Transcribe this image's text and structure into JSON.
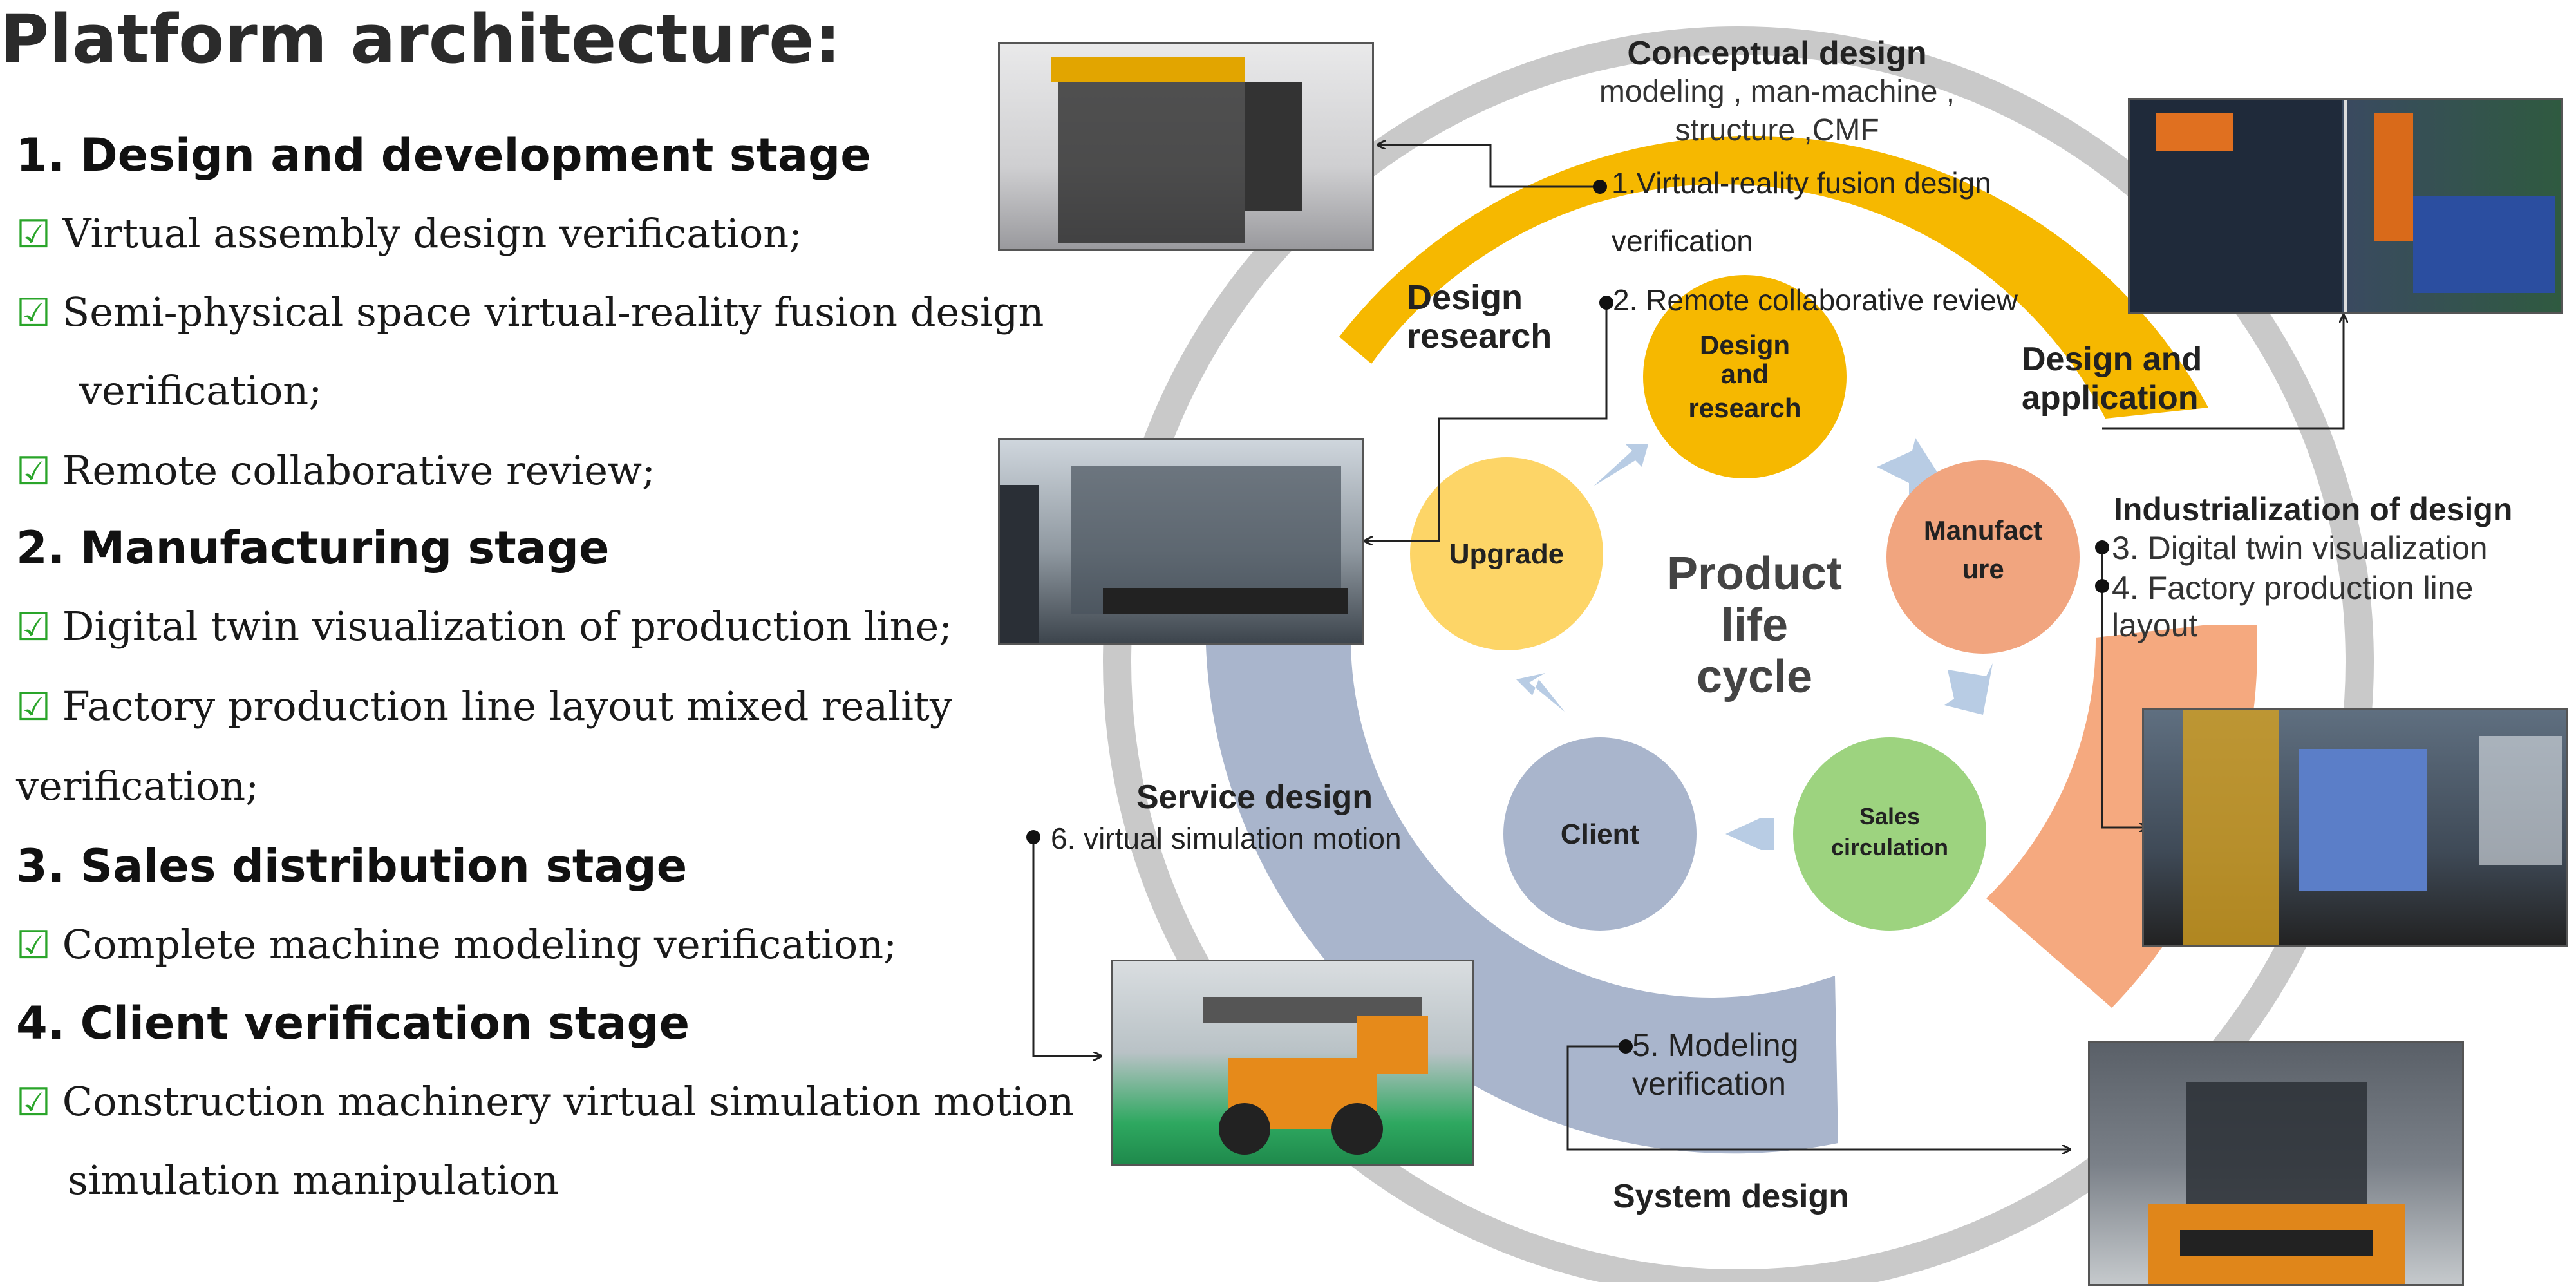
{
  "title": "Platform architecture:",
  "stages": [
    {
      "heading": "1. Design and development stage",
      "items": [
        "Virtual assembly design verification;",
        "Semi-physical space virtual-reality fusion design",
        "Remote collaborative review;"
      ],
      "continuation": "verification;"
    },
    {
      "heading": "2. Manufacturing stage",
      "items": [
        "Digital twin visualization of production line;",
        "Factory production line layout mixed reality"
      ],
      "continuation": "verification;"
    },
    {
      "heading": "3. Sales distribution stage",
      "items": [
        "Complete machine modeling verification;"
      ]
    },
    {
      "heading": "4. Client verification stage",
      "items": [
        "Construction machinery virtual simulation motion"
      ],
      "continuation": "simulation manipulation"
    }
  ],
  "diagram": {
    "center": [
      "Product",
      "life",
      "cycle"
    ],
    "nodes": {
      "design_research": [
        "Design",
        "and",
        "research"
      ],
      "manufacture": [
        "Manufact",
        "ure"
      ],
      "sales": [
        "Sales",
        "circulation"
      ],
      "client": "Client",
      "upgrade": "Upgrade"
    },
    "arc_labels": {
      "design_research": [
        "Design",
        "research"
      ],
      "design_application": [
        "Design and",
        "application"
      ],
      "service_design": "Service design",
      "system_design": "System design"
    },
    "conceptual": {
      "title": "Conceptual design",
      "lines": [
        "modeling , man-machine ,",
        "structure ,CMF"
      ]
    },
    "industrialization": {
      "title": "Industrialization of design",
      "lines": [
        "3. Digital twin visualization",
        "4. Factory production line",
        "layout"
      ]
    },
    "callouts": {
      "c1": [
        "1.Virtual-reality fusion design",
        "verification"
      ],
      "c2": "2. Remote collaborative review",
      "c5": [
        "5. Modeling",
        "verification"
      ],
      "c6": "6. virtual simulation motion"
    },
    "colors": {
      "yellow_arc": "#F6B800",
      "orange_arc": "#F5A97F",
      "blue_arc": "#A9B5CC",
      "gray_ring": "#C9C9C9",
      "node_yellow": "#F6B800",
      "node_upgrade": "#FDD567",
      "node_orange": "#F1A57F",
      "node_green": "#9DD37F",
      "node_blue": "#A9B5CC",
      "chevron": "#B8CCE4",
      "checkbox": "#2AA52A"
    }
  }
}
